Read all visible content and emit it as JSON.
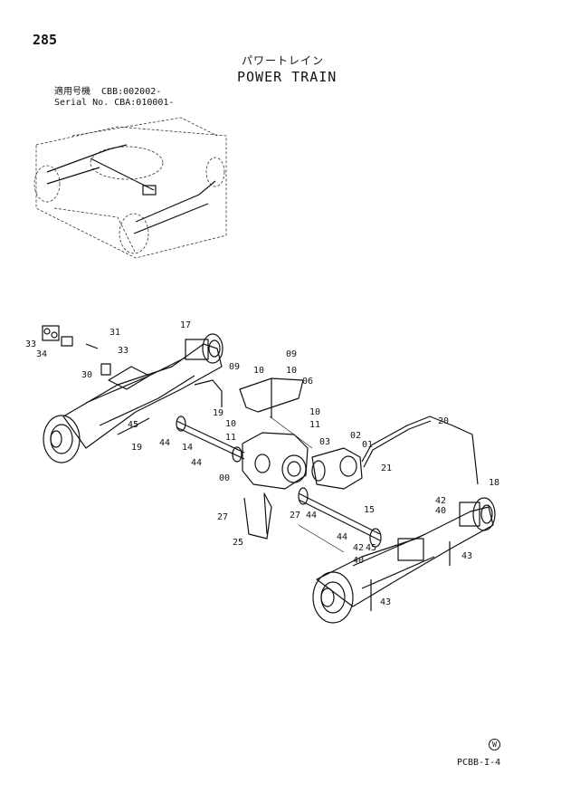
{
  "page_number": "285",
  "title_jp": "パワートレイン",
  "title_en": "POWER TRAIN",
  "serial": {
    "line1": "適用号機  CBB:002002-",
    "line2": "Serial No. CBA:010001-"
  },
  "watermark_symbol": "W",
  "page_code": "PCBB-I-4",
  "callouts": [
    "33",
    "34",
    "31",
    "33",
    "30",
    "17",
    "09",
    "10",
    "09",
    "10",
    "06",
    "10",
    "11",
    "10",
    "11",
    "45",
    "19",
    "19",
    "14",
    "44",
    "44",
    "00",
    "03",
    "02",
    "01",
    "21",
    "20",
    "18",
    "27",
    "27",
    "44",
    "15",
    "25",
    "42",
    "40",
    "44",
    "42",
    "45",
    "40",
    "43",
    "43"
  ]
}
